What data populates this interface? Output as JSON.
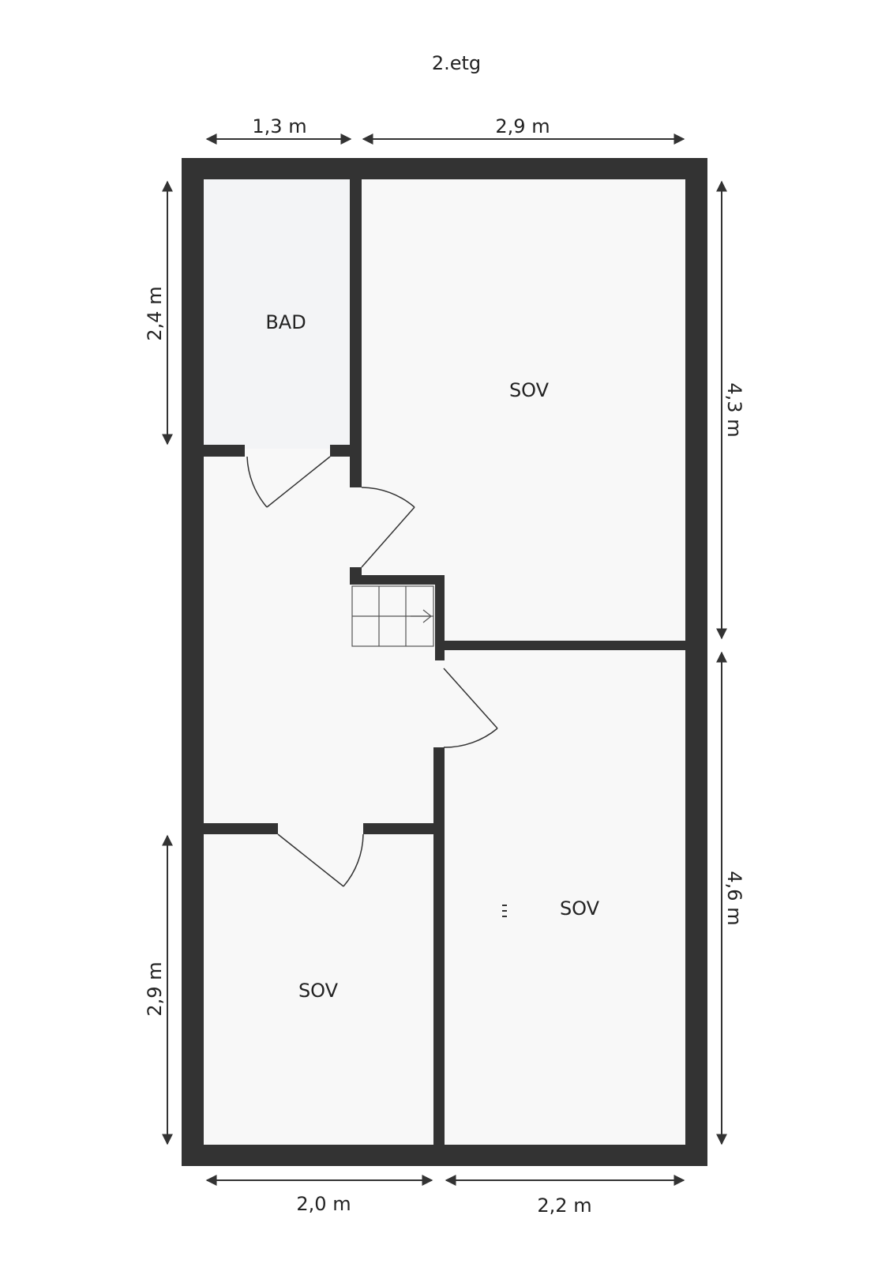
{
  "floor_label": "2.etg",
  "rooms": {
    "bad": "BAD",
    "sov_top": "SOV",
    "sov_bottom_left": "SOV",
    "sov_bottom_right": "SOV"
  },
  "dimensions": {
    "top_left": "1,3 m",
    "top_right": "2,9 m",
    "left_top": "2,4 m",
    "left_bottom": "2,9 m",
    "right_top": "4,3 m",
    "right_bottom": "4,6 m",
    "bottom_left": "2,0 m",
    "bottom_right": "2,2 m"
  },
  "colors": {
    "wall": "#333333",
    "bathroom_floor": "#f3f4f6",
    "room_floor": "#f8f8f8"
  }
}
